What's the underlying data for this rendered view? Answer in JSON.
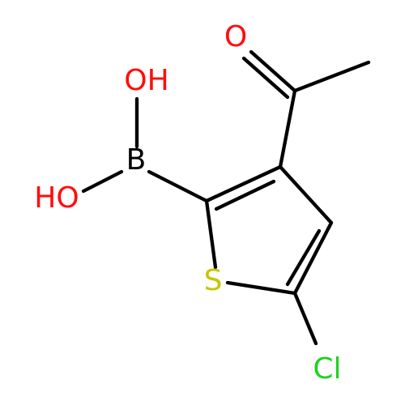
{
  "molecule": {
    "colors": {
      "bond": "#000000",
      "oxygen": "#ff0d0d",
      "sulfur": "#c6c600",
      "chlorine": "#1fd11f",
      "boron": "#000000"
    },
    "atoms": {
      "ketone_o": "O",
      "upper_oh": "OH",
      "boron": "B",
      "lower_ho": "HO",
      "sulfur": "S",
      "chlorine": "Cl"
    }
  }
}
